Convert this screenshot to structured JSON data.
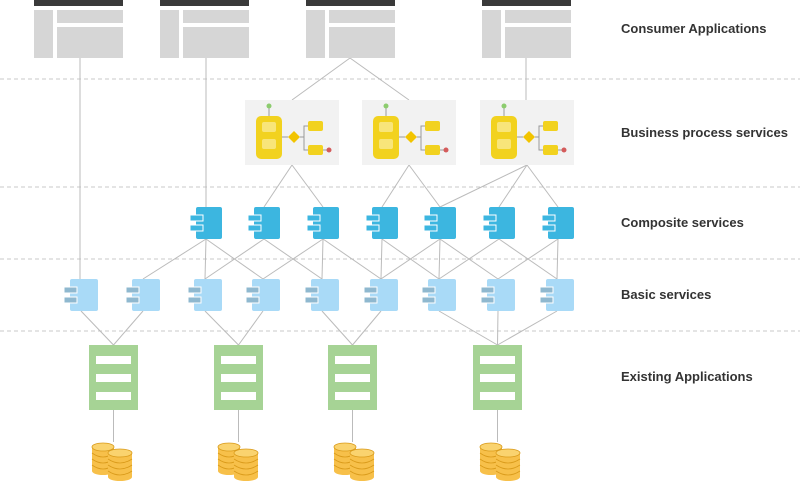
{
  "layers": [
    {
      "id": "consumer",
      "label": "Consumer Applications"
    },
    {
      "id": "business",
      "label": "Business process services"
    },
    {
      "id": "composite",
      "label": "Composite services"
    },
    {
      "id": "basic",
      "label": "Basic services"
    },
    {
      "id": "existing",
      "label": "Existing Applications"
    }
  ],
  "colors": {
    "line": "#bbbbbb",
    "separator": "#c8c8c8",
    "consumer_fill": "#d6d6d6",
    "consumer_header": "#3a3a3a",
    "process_bg": "#f2f2f2",
    "process_yellow": "#f2d21f",
    "process_diamond": "#f2c400",
    "process_start": "#8ccc6e",
    "process_end": "#d45b5b",
    "composite_fill": "#3cb6e0",
    "basic_fill": "#a9daf7",
    "basic_port": "#8fb8cf",
    "existing_fill": "#a6d395",
    "database_fill": "#f7c04a",
    "database_stroke": "#d99a1a"
  },
  "icons": {
    "consumer": "window-icon",
    "business": "process-icon",
    "composite": "component-icon",
    "basic": "component-icon",
    "existing": "application-icon",
    "database": "database-icon"
  }
}
